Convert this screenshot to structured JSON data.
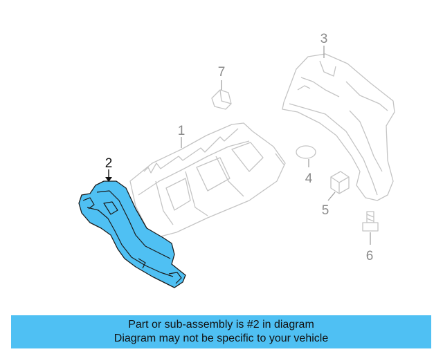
{
  "diagram": {
    "callouts": [
      "1",
      "2",
      "3",
      "4",
      "5",
      "6",
      "7"
    ],
    "highlighted_callout": "2",
    "highlight_color": "#4fc0f3",
    "part_color": "#c4c4c4"
  },
  "caption": {
    "line1": "Part or sub-assembly is #2 in diagram",
    "line2": "Diagram may not be specific to your vehicle",
    "background": "#4fc0f3"
  }
}
